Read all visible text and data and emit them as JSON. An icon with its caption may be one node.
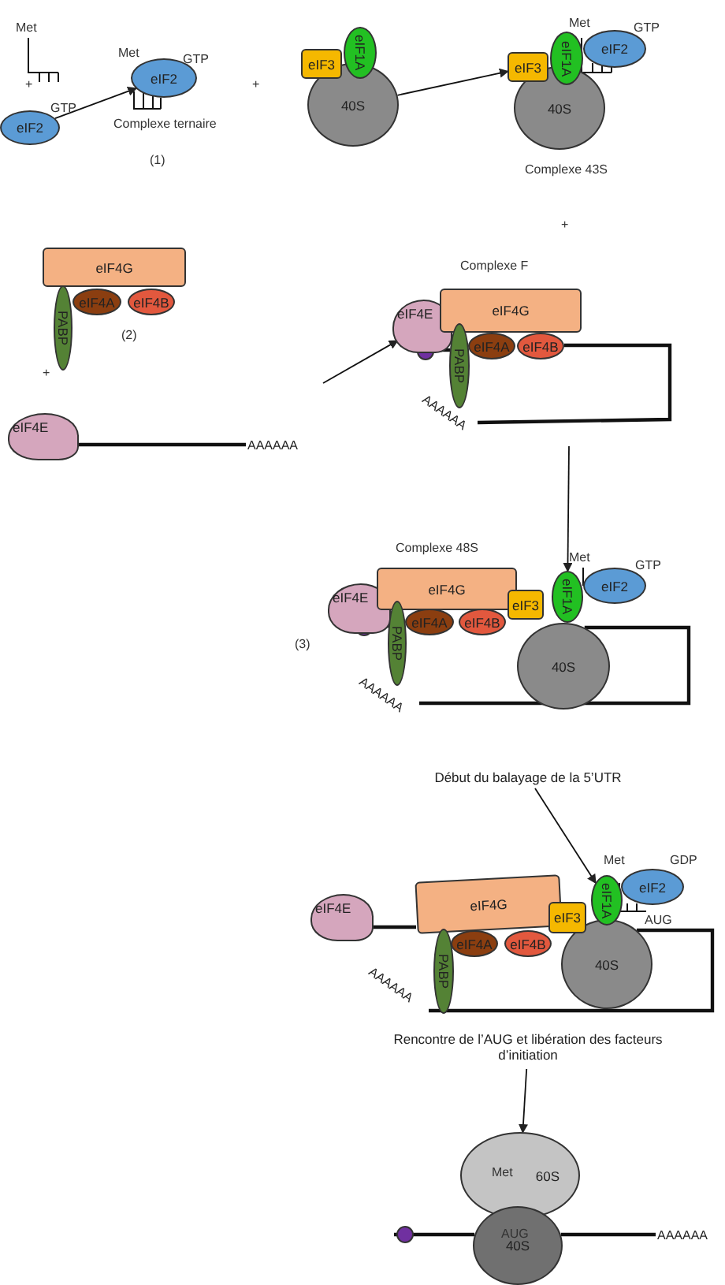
{
  "diagram": {
    "nodes": [
      {
        "text": [
          "eIF2"
        ]
      },
      {
        "text": [
          "eIF3"
        ]
      },
      {
        "text": [
          "eIF1A"
        ]
      },
      {
        "text": [
          "40S"
        ]
      },
      {
        "text": [
          "eIF3"
        ]
      },
      {
        "text": [
          "eIF1A"
        ]
      },
      {
        "text": [
          "eIF2"
        ]
      },
      {
        "text": [
          "40S"
        ]
      },
      {
        "text": [
          "eIF2"
        ]
      },
      {
        "text": [
          "eIF4G"
        ]
      },
      {
        "text": [
          "eIF4A"
        ]
      },
      {
        "text": [
          "eIF4B"
        ]
      },
      {
        "text": [
          "PABP"
        ]
      },
      {
        "text": [
          "eIF4E"
        ]
      },
      {
        "text": [
          "eIF4E"
        ]
      },
      {
        "text": [
          "eIF4G"
        ]
      },
      {
        "text": [
          "eIF4A"
        ]
      },
      {
        "text": [
          "eIF4B"
        ]
      },
      {
        "text": [
          "PABP"
        ]
      },
      {
        "text": [
          "eIF4E"
        ]
      },
      {
        "text": [
          "eIF4G"
        ]
      },
      {
        "text": [
          "eIF4A"
        ]
      },
      {
        "text": [
          "eIF4B"
        ]
      },
      {
        "text": [
          "PABP"
        ]
      },
      {
        "text": [
          "eIF3"
        ]
      },
      {
        "text": [
          "eIF1A"
        ]
      },
      {
        "text": [
          "eIF2"
        ]
      },
      {
        "text": [
          "40S"
        ]
      },
      {
        "text": [
          "Début du balayage de la 5’UTR"
        ]
      },
      {
        "text": [
          "eIF4E"
        ]
      },
      {
        "text": [
          "eIF4G"
        ]
      },
      {
        "text": [
          "eIF4A"
        ]
      },
      {
        "text": [
          "eIF4B"
        ]
      },
      {
        "text": [
          "PABP"
        ]
      },
      {
        "text": [
          "eIF3"
        ]
      },
      {
        "text": [
          "eIF1A"
        ]
      },
      {
        "text": [
          "eIF2"
        ]
      },
      {
        "text": [
          "40S"
        ]
      },
      {
        "text": [
          "Rencontre de l’AUG et libération des facteurs d’initiation"
        ]
      },
      {
        "text": [
          "60S"
        ]
      },
      {
        "text": [
          "40S"
        ]
      },
      {
        "text": [
          "AAAAAA"
        ]
      },
      {
        "text": [
          "AAAAAA"
        ]
      },
      {
        "text": [
          "AAAAAA"
        ]
      },
      {
        "text": [
          "AAAAAA"
        ]
      },
      {
        "text": [
          "AAAAAA"
        ]
      }
    ],
    "edges": [
      {
        "from": 8,
        "to": 0,
        "arrow": "to"
      },
      {
        "from": 3,
        "to": 4,
        "arrow": "to"
      },
      {
        "from": null,
        "to": 14,
        "arrow": "to"
      },
      {
        "from": null,
        "to": 25,
        "arrow": "to"
      },
      {
        "from": 28,
        "to": 35,
        "arrow": "to"
      },
      {
        "from": 38,
        "to": 39,
        "arrow": "to"
      },
      {
        "from": 13,
        "to": 41,
        "arrow": "none"
      },
      {
        "from": 14,
        "to": 18,
        "arrow": "none"
      },
      {
        "from": 17,
        "to": 42,
        "arrow": "none"
      },
      {
        "from": 19,
        "to": 23,
        "arrow": "none"
      },
      {
        "from": 27,
        "to": 43,
        "arrow": "none"
      },
      {
        "from": 29,
        "to": 30,
        "arrow": "none"
      },
      {
        "from": 37,
        "to": 44,
        "arrow": "none"
      },
      {
        "from": 40,
        "to": 45,
        "arrow": "none"
      }
    ],
    "labels": [
      "Met",
      "+",
      "GTP",
      "Met",
      "GTP",
      "Complexe ternaire",
      "(1)",
      "+",
      "Met",
      "GTP",
      "Complexe 43S",
      "+",
      "(2)",
      "+",
      "Complexe F",
      "Complexe 48S",
      "Met",
      "GTP",
      "(3)",
      "Met",
      "GDP",
      "AUG",
      "Met",
      "AUG"
    ]
  }
}
